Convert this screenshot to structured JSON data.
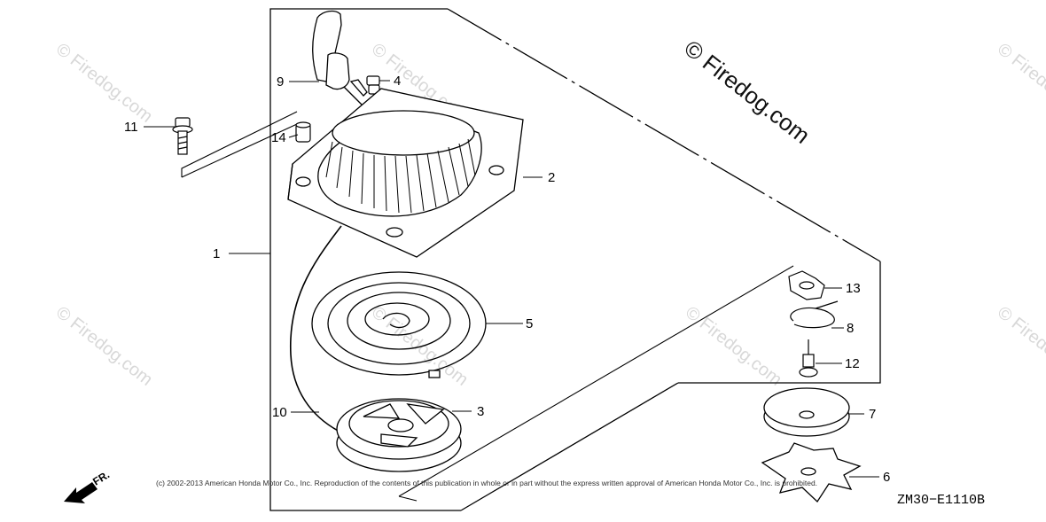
{
  "watermark": {
    "main": "© Firedog.com",
    "faint": "© Firedog.com"
  },
  "callouts": {
    "p1": "1",
    "p2": "2",
    "p3": "3",
    "p4": "4",
    "p5": "5",
    "p6": "6",
    "p7": "7",
    "p8": "8",
    "p9": "9",
    "p10": "10",
    "p11": "11",
    "p12": "12",
    "p13": "13",
    "p14": "14"
  },
  "direction_label": "FR.",
  "copyright": "(c) 2002-2013 American Honda Motor Co., Inc. Reproduction of the contents of this publication in whole or in part without the express written approval of American Honda Motor Co., Inc. is prohibited.",
  "diagram_code": "ZM30−E1110B"
}
